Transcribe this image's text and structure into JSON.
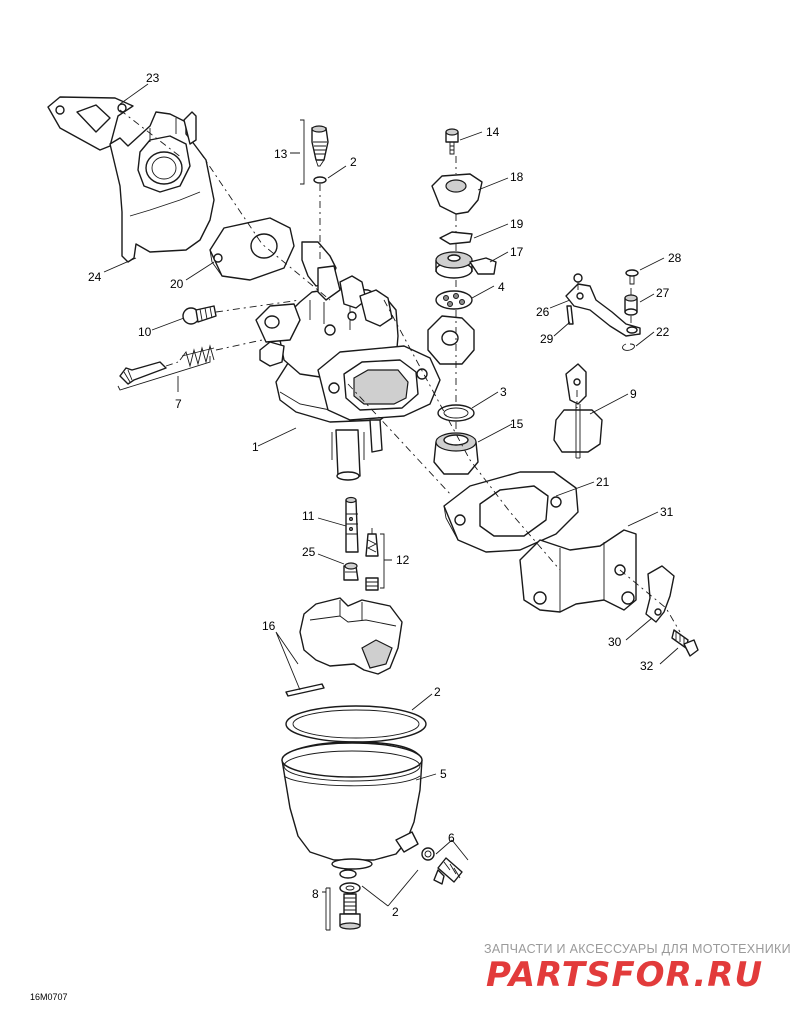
{
  "callouts": [
    {
      "id": "c23",
      "text": "23"
    },
    {
      "id": "c24",
      "text": "24"
    },
    {
      "id": "c20",
      "text": "20"
    },
    {
      "id": "c13",
      "text": "13"
    },
    {
      "id": "c2a",
      "text": "2"
    },
    {
      "id": "c14",
      "text": "14"
    },
    {
      "id": "c18",
      "text": "18"
    },
    {
      "id": "c19",
      "text": "19"
    },
    {
      "id": "c17",
      "text": "17"
    },
    {
      "id": "c4",
      "text": "4"
    },
    {
      "id": "c28",
      "text": "28"
    },
    {
      "id": "c26",
      "text": "26"
    },
    {
      "id": "c27",
      "text": "27"
    },
    {
      "id": "c29",
      "text": "29"
    },
    {
      "id": "c22",
      "text": "22"
    },
    {
      "id": "c10",
      "text": "10"
    },
    {
      "id": "c7",
      "text": "7"
    },
    {
      "id": "c3",
      "text": "3"
    },
    {
      "id": "c9",
      "text": "9"
    },
    {
      "id": "c15",
      "text": "15"
    },
    {
      "id": "c1",
      "text": "1"
    },
    {
      "id": "c21",
      "text": "21"
    },
    {
      "id": "c11",
      "text": "11"
    },
    {
      "id": "c31",
      "text": "31"
    },
    {
      "id": "c25",
      "text": "25"
    },
    {
      "id": "c12",
      "text": "12"
    },
    {
      "id": "c30",
      "text": "30"
    },
    {
      "id": "c32",
      "text": "32"
    },
    {
      "id": "c16",
      "text": "16"
    },
    {
      "id": "c2b",
      "text": "2"
    },
    {
      "id": "c5",
      "text": "5"
    },
    {
      "id": "c6",
      "text": "6"
    },
    {
      "id": "c8",
      "text": "8"
    },
    {
      "id": "c2c",
      "text": "2"
    }
  ],
  "drawing_code": "16M0707",
  "watermark": {
    "tagline": "ЗАПЧАСТИ И АКСЕССУАРЫ ДЛЯ МОТОТЕХНИКИ",
    "logo": "PARTSFOR.RU",
    "color": "#e23b3b"
  }
}
